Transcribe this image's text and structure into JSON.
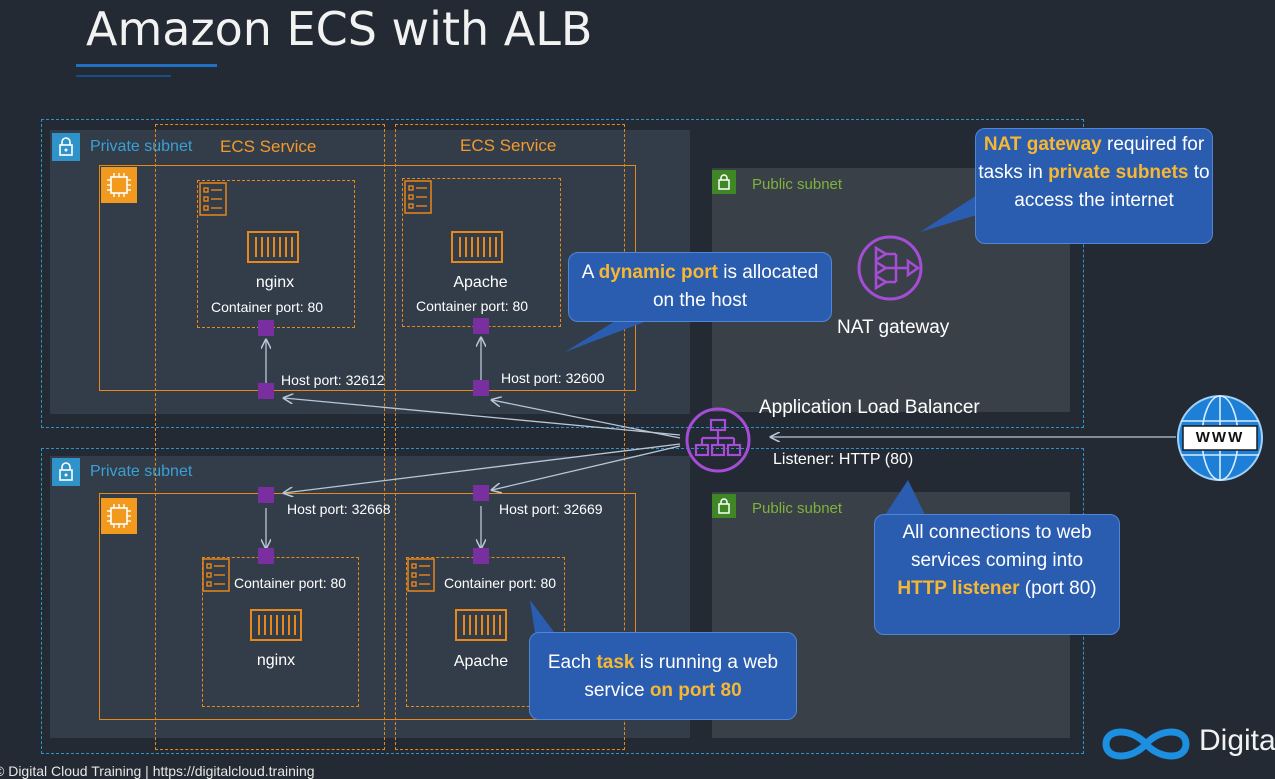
{
  "slide": {
    "title": "Amazon ECS with ALB"
  },
  "subnets": {
    "private_top": "Private subnet",
    "private_bottom": "Private subnet",
    "public_top": "Public subnet",
    "public_bottom": "Public subnet"
  },
  "services": {
    "left": "ECS Service",
    "right": "ECS Service"
  },
  "tasks": {
    "top_left": {
      "name": "nginx",
      "container_port": "Container port: 80",
      "host_port": "Host port: 32612"
    },
    "top_right": {
      "name": "Apache",
      "container_port": "Container port: 80",
      "host_port": "Host port: 32600"
    },
    "bottom_left": {
      "name": "nginx",
      "container_port": "Container port: 80",
      "host_port": "Host port: 32668"
    },
    "bottom_right": {
      "name": "Apache",
      "container_port": "Container port: 80",
      "host_port": "Host port: 32669"
    }
  },
  "nat": {
    "label": "NAT gateway"
  },
  "alb": {
    "label": "Application Load Balancer",
    "listener": "Listener: HTTP (80)"
  },
  "www": {
    "label": "WWW"
  },
  "callouts": {
    "nat": {
      "p1": "NAT gateway",
      "p2": " required for tasks in ",
      "p3": "private subnets",
      "p4": " to access the internet"
    },
    "dynamic": {
      "p1": "A ",
      "p2": "dynamic port",
      "p3": " is allocated on the host"
    },
    "connections": {
      "p1": "All connections to web services coming into ",
      "p2": "HTTP listener",
      "p3": " (port 80)"
    },
    "task": {
      "p1": "Each ",
      "p2": "task",
      "p3": " is running a web service ",
      "p4": "on port 80"
    }
  },
  "footer": {
    "text": "© Digital Cloud Training  |  https://digitalcloud.training",
    "logo_text": "Digita"
  },
  "colors": {
    "accent_blue": "#2f93c9",
    "orange": "#e8871a",
    "purple": "#7a2fa0",
    "callout": "#2a5db0",
    "highlight": "#f7b731",
    "green": "#3f8624"
  }
}
